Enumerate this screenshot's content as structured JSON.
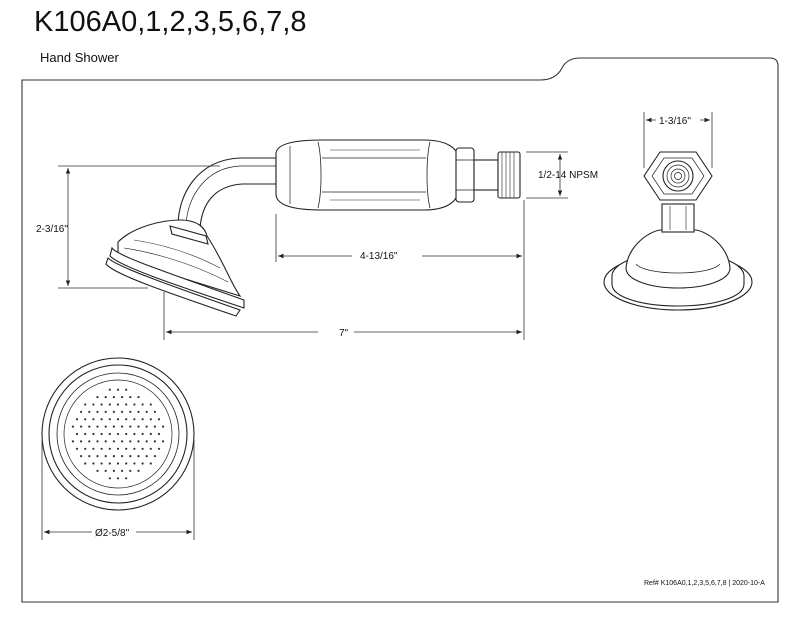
{
  "header": {
    "model": "K106A0,1,2,3,5,6,7,8",
    "product": "Hand Shower"
  },
  "dimensions": {
    "head_height": "2-3/16\"",
    "handle_length": "4-13/16\"",
    "overall_length": "7\"",
    "thread": "1/2-14 NPSM",
    "nut_width": "1-3/16\"",
    "face_diameter": "Ø2-5/8\""
  },
  "footer": {
    "reference": "Ref# K106A0,1,2,3,5,6,7,8 | 2020-10-A"
  },
  "colors": {
    "line": "#222222",
    "fill": "#ffffff"
  }
}
